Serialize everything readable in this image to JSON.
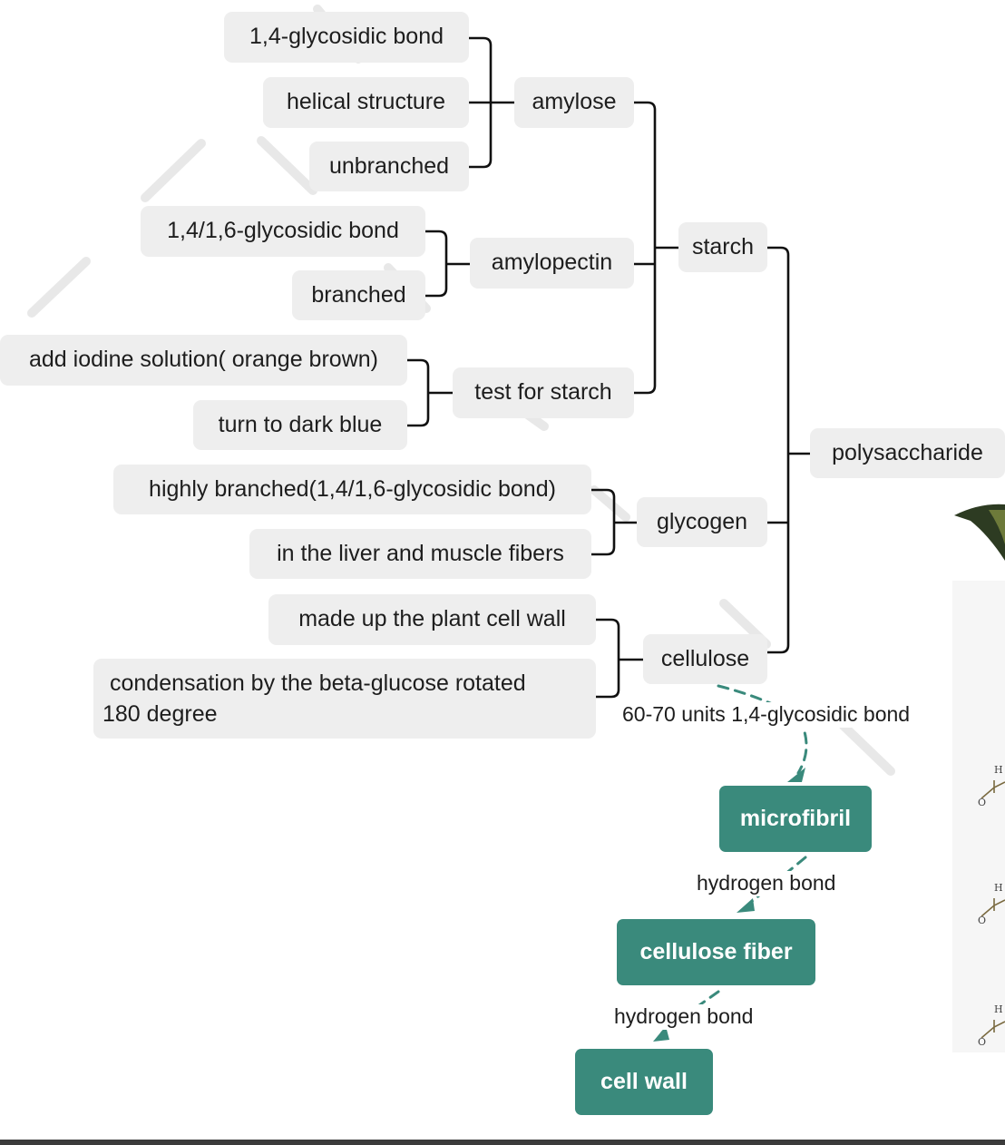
{
  "nodes": {
    "polysaccharide": "polysaccharide",
    "starch": "starch",
    "amylose": "amylose",
    "amylose_bond": "1,4-glycosidic bond",
    "amylose_helical": "helical structure",
    "amylose_unbranched": "unbranched",
    "amylopectin": "amylopectin",
    "amylopectin_bond": "1,4/1,6-glycosidic bond",
    "amylopectin_branched": "branched",
    "test_for_starch": "test for starch",
    "test_iodine": "add iodine solution( orange brown)",
    "test_blue": "turn to dark blue",
    "glycogen": "glycogen",
    "glycogen_branched": "highly branched(1,4/1,6-glycosidic bond)",
    "glycogen_location": "in the liver and muscle fibers",
    "cellulose": "cellulose",
    "cellulose_wall": "made up the plant cell wall",
    "cellulose_condensation_line1": "condensation by the beta-glucose rotated",
    "cellulose_condensation_line2": "180 degree",
    "microfibril": "microfibril",
    "cellulose_fiber": "cellulose fiber",
    "cell_wall": "cell wall"
  },
  "edge_labels": {
    "cellulose_to_microfibril": "60-70 units 1,4-glycosidic bond",
    "microfibril_to_fiber": "hydrogen bond",
    "fiber_to_wall": "hydrogen bond"
  },
  "side_image": {
    "atom_labels": [
      "H",
      "O",
      "H",
      "O",
      "H",
      "O"
    ]
  },
  "colors": {
    "node_bg": "#eeeeee",
    "accent_teal": "#3a8a7c",
    "connector": "#111111",
    "dashed_link": "#3a8a7c",
    "watermark": "#e6e6e6"
  }
}
